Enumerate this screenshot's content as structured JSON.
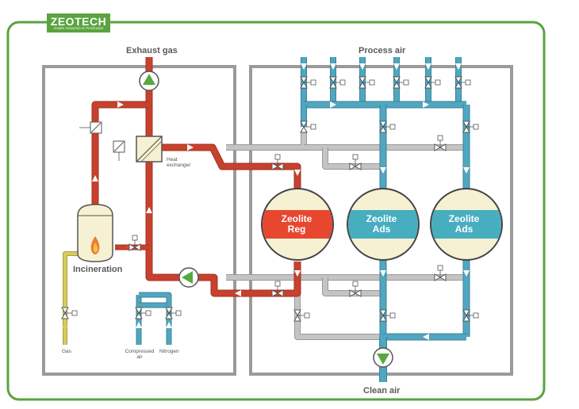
{
  "logo": {
    "name": "ZEOTECH",
    "tagline": "Zeolite Industrial Air Purification"
  },
  "labels": {
    "exhaust_gas": "Exhaust gas",
    "process_air": "Process air",
    "clean_air": "Clean air",
    "incineration": "Incineration",
    "heat_exchanger": "Heat exchanger",
    "gas": "Gas",
    "compressed_air": "Compressed air",
    "nitrogen": "Nitrogen"
  },
  "tanks": [
    {
      "line1": "Zeolite",
      "line2": "Reg",
      "band_color": "#e8472f"
    },
    {
      "line1": "Zeolite",
      "line2": "Ads",
      "band_color": "#47aebf"
    },
    {
      "line1": "Zeolite",
      "line2": "Ads",
      "band_color": "#47aebf"
    }
  ],
  "colors": {
    "frame_green": "#5aa33f",
    "box_gray": "#9a9a9a",
    "hot_pipe": "#c8412d",
    "process_pipe": "#4fa7c0",
    "idle_pipe": "#c4c4c4",
    "gas_pipe": "#d8cc5a",
    "pump_green": "#57a840",
    "tank_fill": "#f6f1d3"
  },
  "icons": [
    "pump-icon",
    "valve-icon",
    "heat-exchanger-icon",
    "flame-icon",
    "damper-icon"
  ]
}
